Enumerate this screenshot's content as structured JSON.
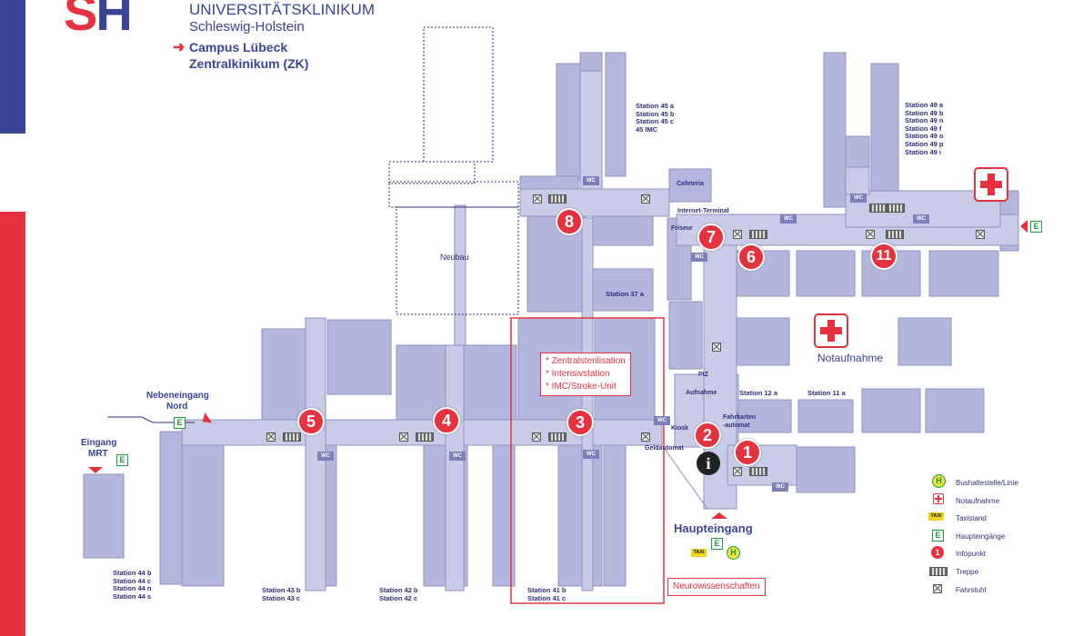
{
  "header": {
    "logo_s": "S",
    "logo_h": "H",
    "org_line1": "UNIVERSITÄTSKLINIKUM",
    "org_line2": "Schleswig-Holstein",
    "campus_line1": "Campus Lübeck",
    "campus_line2": "Zentralkinikum (ZK)"
  },
  "colors": {
    "brand_blue": "#3a4494",
    "brand_red": "#e5323e",
    "building": "#b4b6de",
    "corridor": "#c9cbe8",
    "legend_green": "#1f9a3c"
  },
  "markers": [
    "1",
    "2",
    "3",
    "4",
    "5",
    "6",
    "7",
    "8",
    "11"
  ],
  "info_marker": "i",
  "labels": {
    "neubau": "Neubau",
    "cafeteria": "Cafeteria",
    "internet_terminal": "Internet-Terminal",
    "friseur": "Friseur",
    "piz": "PIZ",
    "aufnahme": "Aufnahme",
    "kiosk": "Kiosk",
    "fahrkarten_1": "Fahrkarten",
    "fahrkarten_2": "-automat",
    "geldautomat": "Geldautomat",
    "haupteingang": "Haupteingang",
    "nebeneingang_1": "Nebeneingang",
    "nebeneingang_2": "Nord",
    "eingang_mrt_1": "Eingang",
    "eingang_mrt_2": "MRT",
    "notaufnahme": "Notaufnahme",
    "neurowissenschaften": "Neurowissenschaften",
    "wc": "WC",
    "e": "E",
    "h": "H",
    "taxi": "TAXI"
  },
  "stations": {
    "s37a": "Station 37 a",
    "s12a": "Station 12 a",
    "s11a": "Station 11 a",
    "s45": [
      "Station 45 a",
      "Station 45 b",
      "Station 45 c",
      "45 IMC"
    ],
    "s49": [
      "Station 49 a",
      "Station 49 b",
      "Station 49 n",
      "Station 49 f",
      "Station 49 o",
      "Station 49 p",
      "Station 49 i"
    ],
    "s44": [
      "Station 44 b",
      "Station 44 c",
      "Station 44 n",
      "Station 44 s"
    ],
    "s43": [
      "Station 43 b",
      "Station 43 c"
    ],
    "s42": [
      "Station 42 b",
      "Station 42 c"
    ],
    "s41": [
      "Station 41 b",
      "Station 41 c"
    ]
  },
  "callout": [
    "Zentralsterilisation",
    "Intensivstation",
    "IMC/Stroke-Unit"
  ],
  "legend": [
    {
      "icon": "bus-stop-icon",
      "label": "Bushaltestelle/Linie"
    },
    {
      "icon": "emergency-icon",
      "label": "Notaufnahme"
    },
    {
      "icon": "taxi-icon",
      "label": "Taxistand"
    },
    {
      "icon": "entrance-icon",
      "label": "Haupteingänge"
    },
    {
      "icon": "info-point-icon",
      "label": "Infopunkt"
    },
    {
      "icon": "stairs-icon",
      "label": "Treppe"
    },
    {
      "icon": "elevator-icon",
      "label": "Fahrstuhl"
    }
  ]
}
